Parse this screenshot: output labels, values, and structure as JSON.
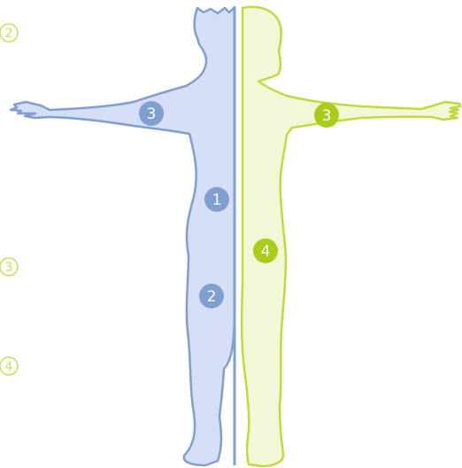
{
  "colors": {
    "male_fill": "#d5def4",
    "male_stroke": "#7f9fd0",
    "male_badge": "#7f9fd0",
    "female_fill": "#f2f8d7",
    "female_stroke": "#c3d93a",
    "female_badge": "#a8cc18",
    "side_marker": "#c6e05e"
  },
  "side_markers": [
    "2",
    "3",
    "4"
  ],
  "male_markers": [
    "3",
    "1",
    "2"
  ],
  "female_markers": [
    "3",
    "4"
  ]
}
